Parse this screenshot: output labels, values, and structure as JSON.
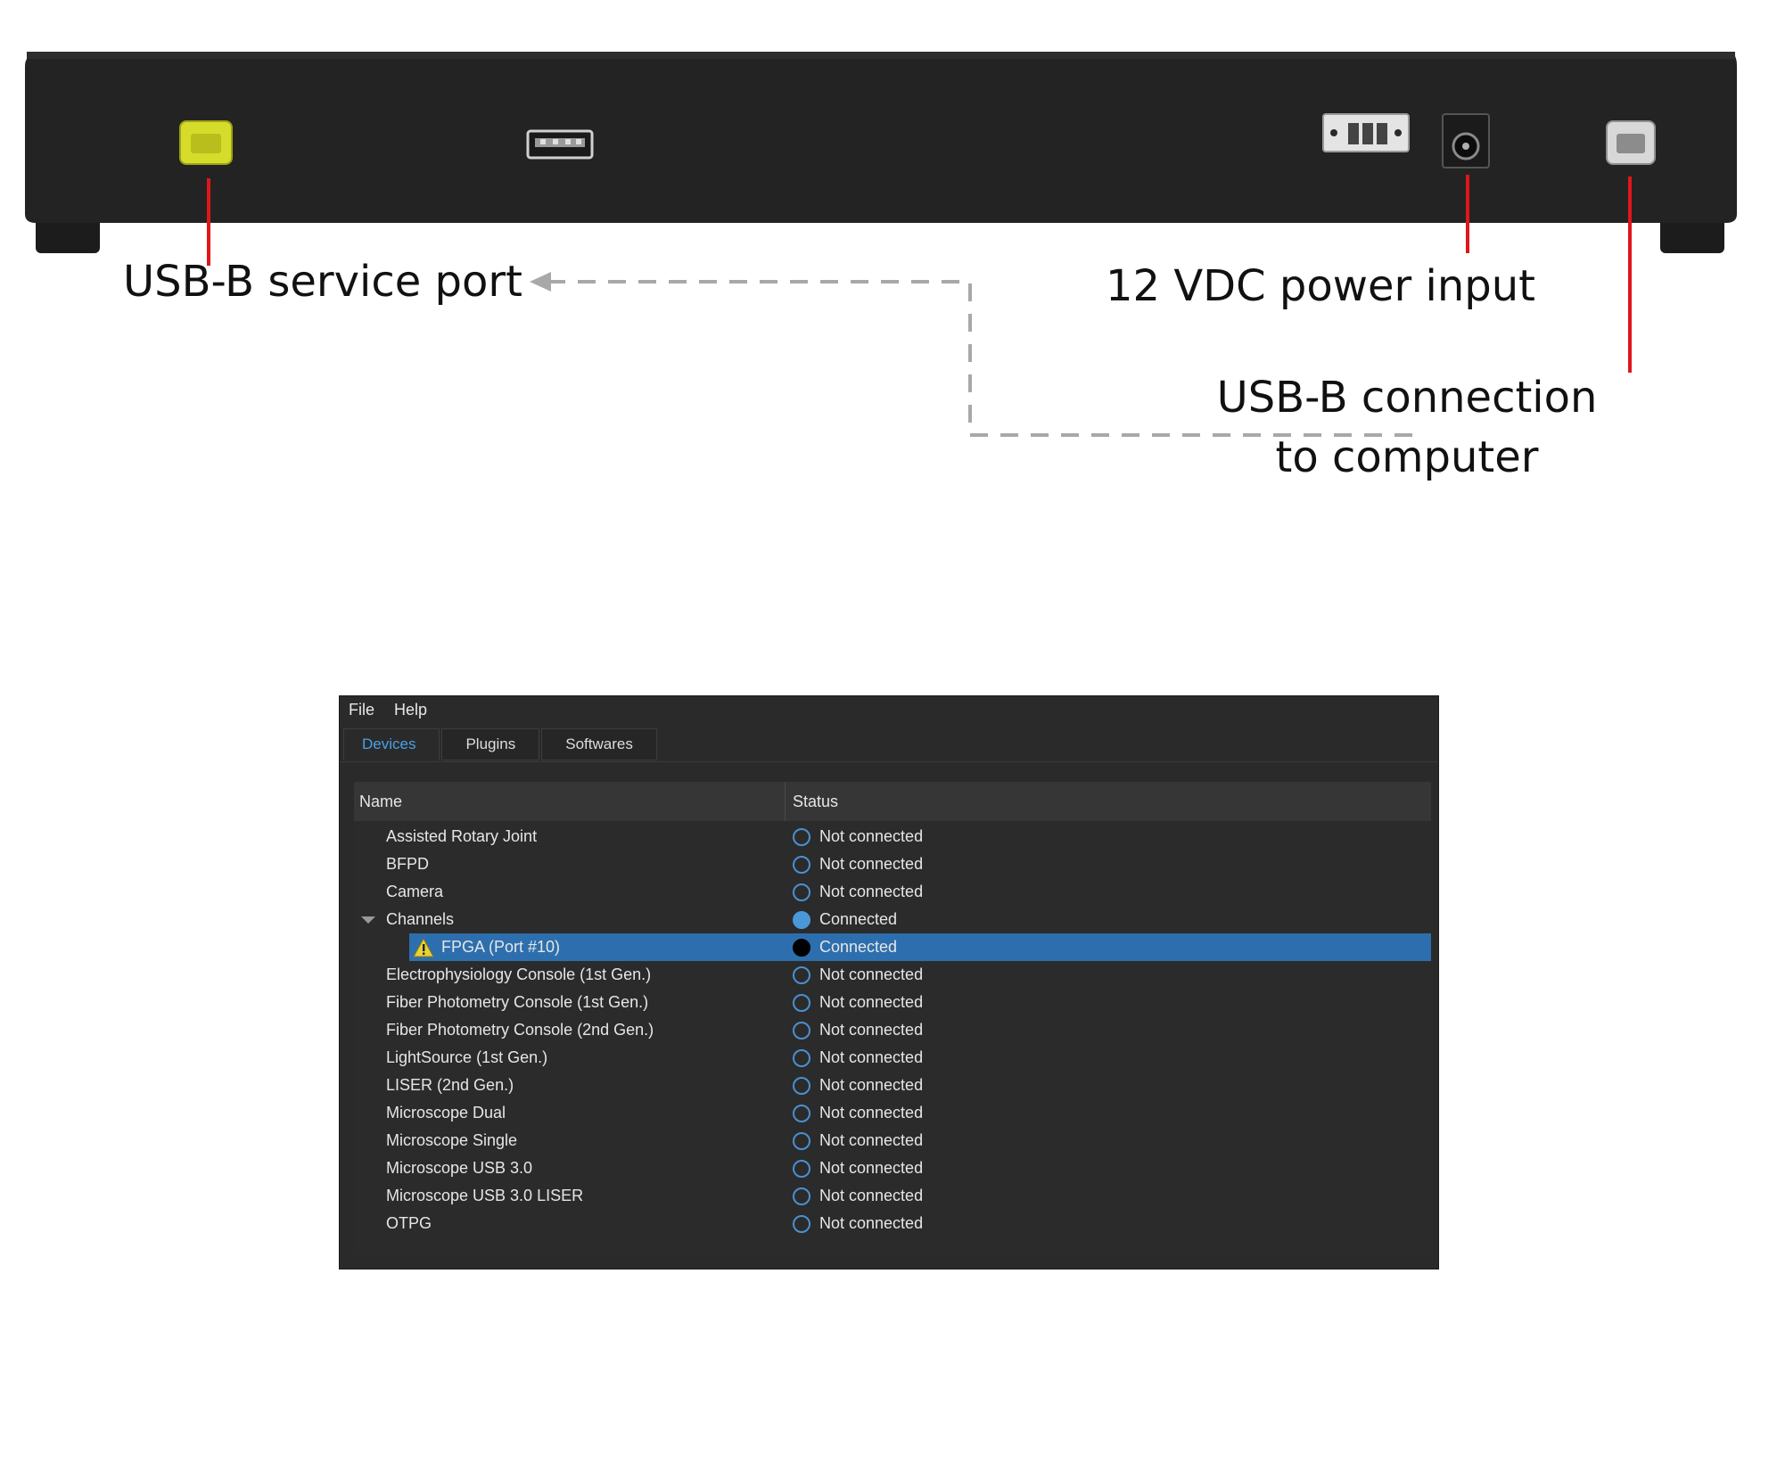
{
  "diagram": {
    "labels": {
      "service_port": "USB-B service port",
      "power_input": "12 VDC power input",
      "usb_computer_line1": "USB-B connection",
      "usb_computer_line2": "to computer"
    },
    "colors": {
      "device_body": "#222222",
      "service_port_highlight": "#d6dc2a",
      "callout_line": "#e0161d",
      "dashed_connector": "#a8a8a8"
    }
  },
  "software": {
    "menu": [
      "File",
      "Help"
    ],
    "tabs": [
      "Devices",
      "Plugins",
      "Softwares"
    ],
    "active_tab": "Devices",
    "columns": {
      "name": "Name",
      "status": "Status"
    },
    "devices": [
      {
        "name": "Assisted Rotary Joint",
        "status": "Not connected"
      },
      {
        "name": "BFPD",
        "status": "Not connected"
      },
      {
        "name": "Camera",
        "status": "Not connected"
      },
      {
        "name": "Channels",
        "status": "Connected"
      },
      {
        "name": "FPGA (Port #10)",
        "status": "Connected"
      },
      {
        "name": "Electrophysiology Console (1st Gen.)",
        "status": "Not connected"
      },
      {
        "name": "Fiber Photometry Console (1st Gen.)",
        "status": "Not connected"
      },
      {
        "name": "Fiber Photometry Console (2nd Gen.)",
        "status": "Not connected"
      },
      {
        "name": "LightSource (1st Gen.)",
        "status": "Not connected"
      },
      {
        "name": "LISER (2nd Gen.)",
        "status": "Not connected"
      },
      {
        "name": "Microscope Dual",
        "status": "Not connected"
      },
      {
        "name": "Microscope Single",
        "status": "Not connected"
      },
      {
        "name": "Microscope USB 3.0",
        "status": "Not connected"
      },
      {
        "name": "Microscope USB 3.0 LISER",
        "status": "Not connected"
      },
      {
        "name": "OTPG",
        "status": "Not connected"
      }
    ],
    "colors": {
      "window_bg": "#2a2a2a",
      "active_tab_text": "#4aa0e8",
      "selection": "#2d6fae",
      "status_ring": "#4a90d0"
    }
  }
}
